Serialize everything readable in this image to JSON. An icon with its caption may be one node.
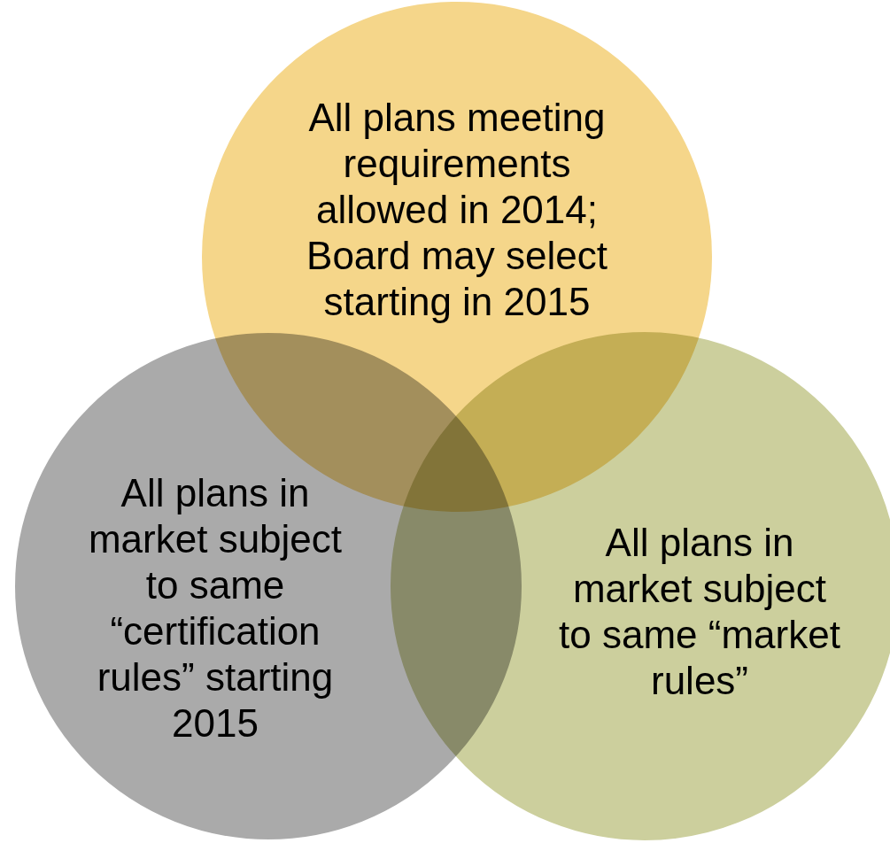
{
  "diagram": {
    "nodes": [
      {
        "text": [
          "All plans meeting requirements allowed in 2014; Board may select starting in 2015"
        ]
      },
      {
        "text": [
          "All plans in market subject to same “certification rules” starting 2015"
        ]
      },
      {
        "text": [
          "All plans in market subject to same “market rules”"
        ]
      }
    ]
  }
}
